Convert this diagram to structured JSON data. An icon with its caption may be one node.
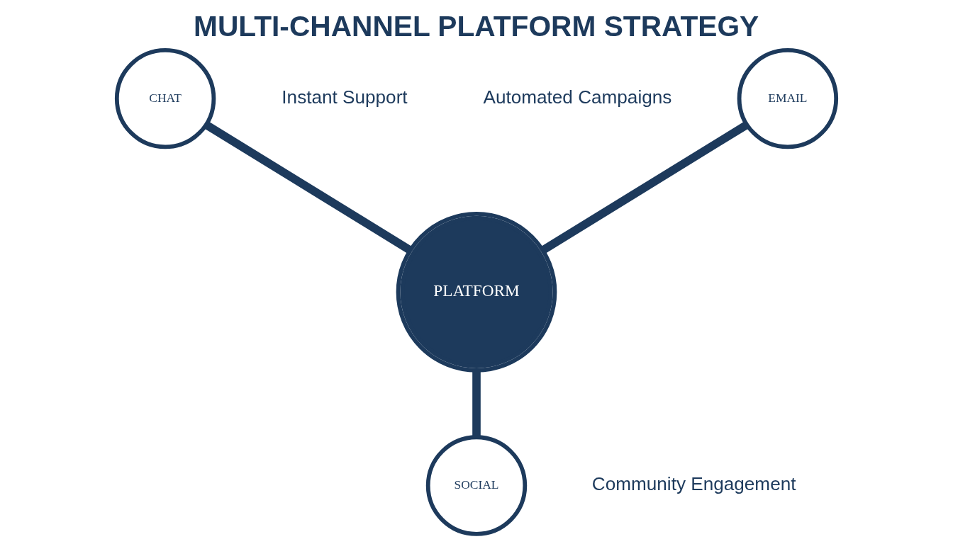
{
  "diagram": {
    "title": "MULTI-CHANNEL PLATFORM STRATEGY",
    "nodes": [
      {
        "text": [
          "EMAIL"
        ],
        "beside": [
          "Automated Campaigns"
        ]
      },
      {
        "text": [
          "CHAT"
        ],
        "beside": [
          "Instant Support"
        ]
      },
      {
        "text": [
          "PLATFORM"
        ]
      },
      {
        "text": [
          "SOCIAL"
        ],
        "beside": [
          "Community Engagement"
        ]
      }
    ],
    "edges": [
      {
        "from": 0,
        "to": 2,
        "arrow": "none"
      },
      {
        "from": 1,
        "to": 2,
        "arrow": "none"
      },
      {
        "from": 2,
        "to": 3,
        "arrow": "none"
      }
    ]
  }
}
